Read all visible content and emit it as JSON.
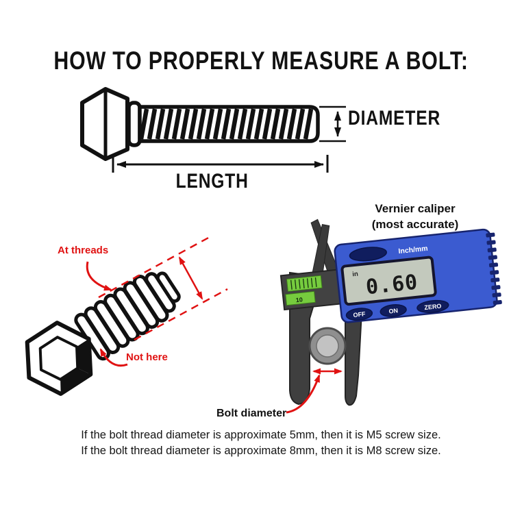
{
  "title": "HOW TO PROPERLY MEASURE A BOLT:",
  "top_diagram": {
    "diameter_label": "DIAMETER",
    "length_label": "LENGTH"
  },
  "measure_diagram": {
    "at_threads_label": "At threads",
    "not_here_label": "Not here",
    "caliper_title_line1": "Vernier caliper",
    "caliper_title_line2": "(most accurate)",
    "bolt_diameter_label": "Bolt diameter",
    "caliper": {
      "display_value": "0.60",
      "display_unit": "in",
      "inch_mm_button": "Inch/mm",
      "off_button": "OFF",
      "on_button": "ON",
      "zero_button": "ZERO",
      "scale_text": "10"
    }
  },
  "footer": {
    "line1": "If the bolt thread diameter is approximate 5mm, then it is M5 screw size.",
    "line2": "If the bolt thread diameter is approximate 8mm, then it is M8 screw size."
  },
  "colors": {
    "annotation_red": "#e01212",
    "caliper_blue": "#3b5bd0",
    "caliper_navy": "#101d5e",
    "lcd_gray": "#c3c9bd",
    "scale_green": "#76cc3e",
    "metal_gray": "#3f3f3f"
  }
}
